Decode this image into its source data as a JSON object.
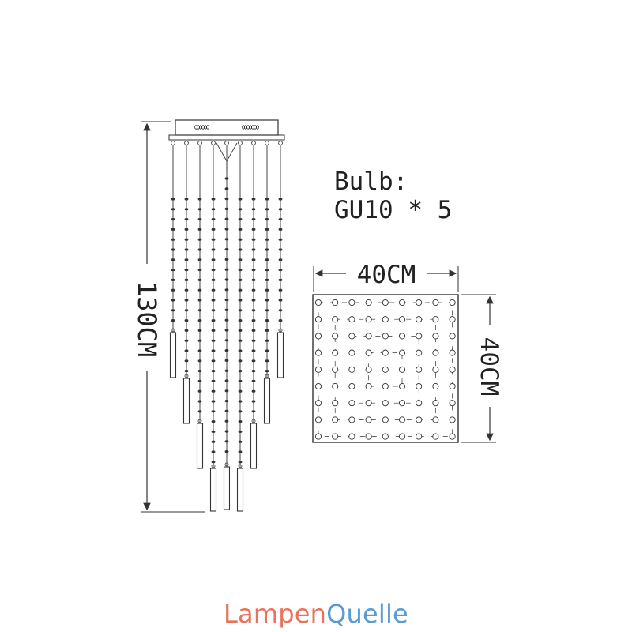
{
  "dimensions": {
    "height": "130CM",
    "width": "40CM",
    "depth": "40CM"
  },
  "bulb": {
    "line1": "Bulb:",
    "line2": "GU10 * 5"
  },
  "brand": {
    "part1": "Lampen",
    "part2": "Quelle"
  },
  "colors": {
    "line": "#333333",
    "brand_primary": "#e8735a",
    "brand_secondary": "#5b9bd5"
  }
}
